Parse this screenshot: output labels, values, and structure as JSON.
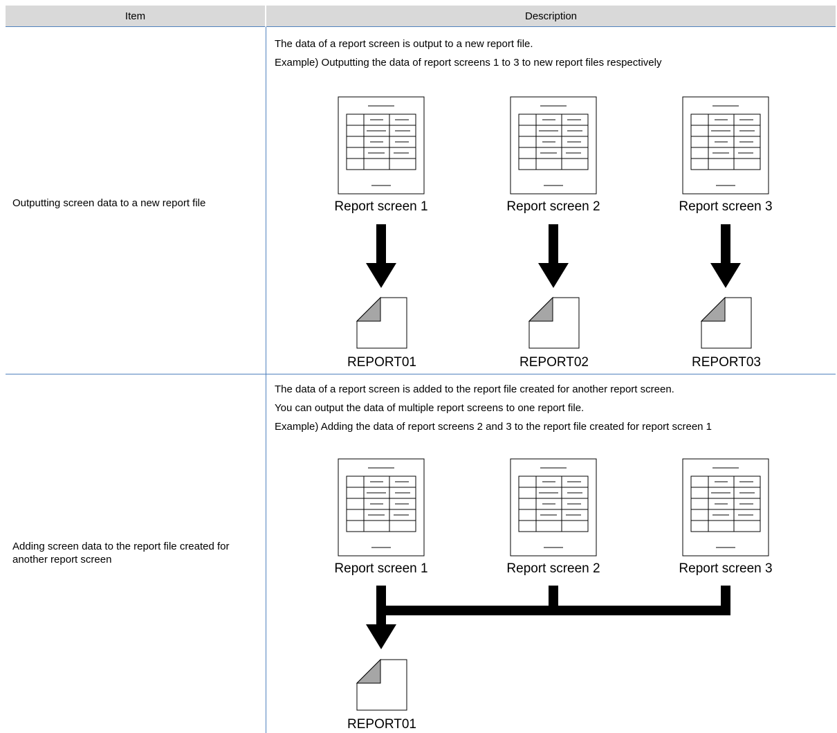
{
  "table": {
    "headers": {
      "item": "Item",
      "description": "Description"
    },
    "rows": [
      {
        "item": "Outputting screen data to a new report file",
        "description": [
          "The data of a report screen is output to a new report file.",
          "Example) Outputting the data of report screens 1 to 3 to new report files respectively"
        ],
        "screens": [
          "Report screen 1",
          "Report screen 2",
          "Report screen 3"
        ],
        "files": [
          "REPORT01",
          "REPORT02",
          "REPORT03"
        ]
      },
      {
        "item": "Adding screen data to the report file created for another report screen",
        "description": [
          "The data of a report screen is added to the report file created for another report screen.",
          "You can output the data of multiple report screens to one report file.",
          "Example) Adding the data of report screens 2 and 3 to the report file created for report screen 1"
        ],
        "screens": [
          "Report screen 1",
          "Report screen 2",
          "Report screen 3"
        ],
        "files": [
          "REPORT01"
        ]
      }
    ]
  },
  "colors": {
    "header_bg": "#d9d9d9",
    "border": "#4f81bd",
    "file_fold": "#a6a6a6"
  }
}
